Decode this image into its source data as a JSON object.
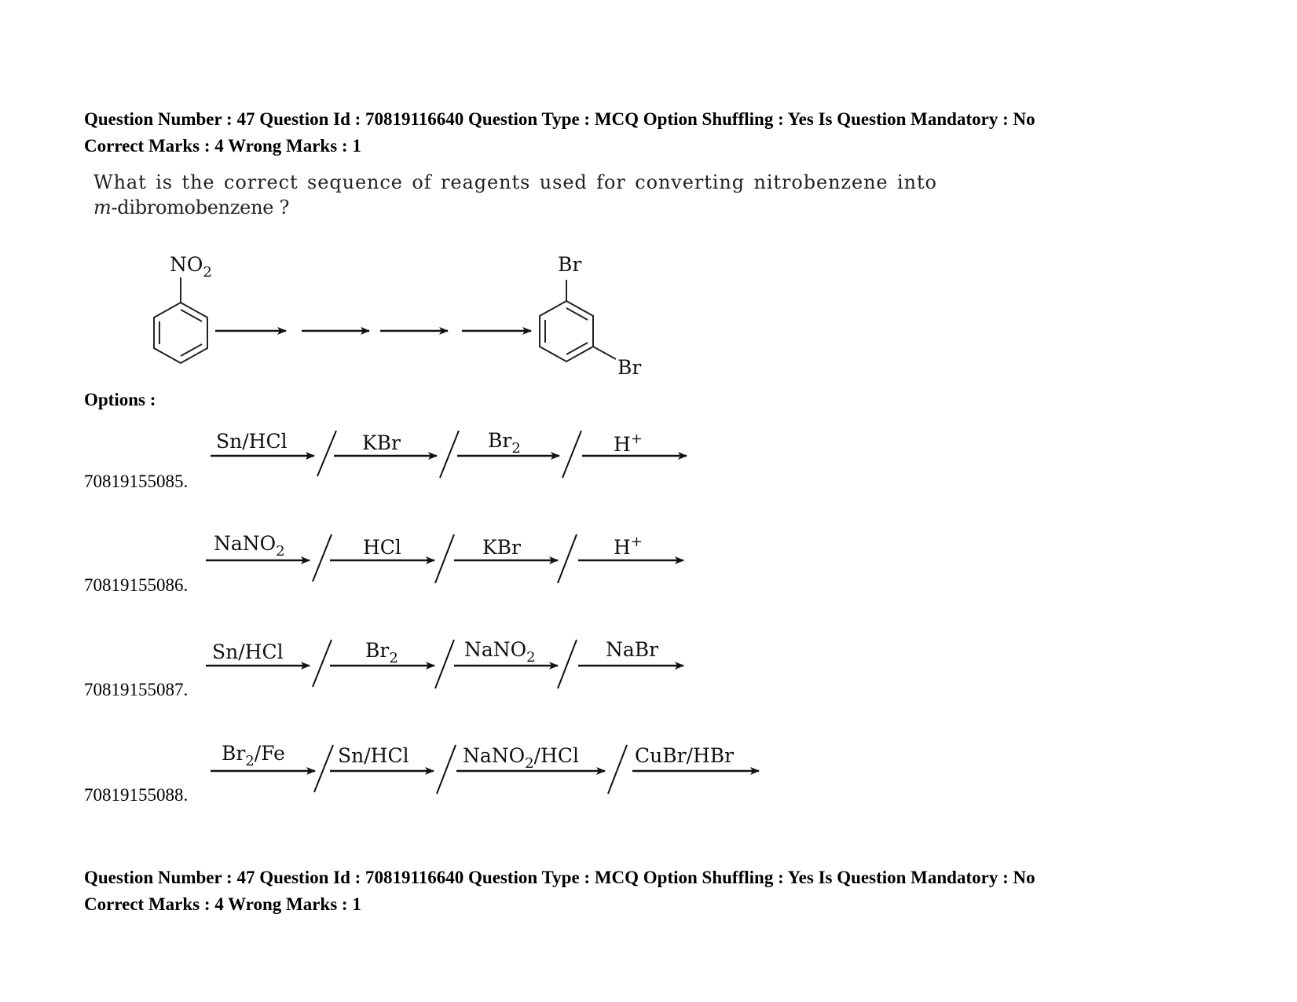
{
  "header": {
    "line1": "Question Number : 47 Question Id : 70819116640 Question Type : MCQ Option Shuffling : Yes Is Question Mandatory : No",
    "line2": "Correct Marks : 4 Wrong Marks : 1"
  },
  "question": {
    "line1": "What is the correct sequence of reagents used for converting nitrobenzene into",
    "line2_italic": "m",
    "line2_rest": "-dibromobenzene ?"
  },
  "scheme": {
    "start_label": "NO",
    "start_sub": "2",
    "product_top": "Br",
    "product_right": "Br"
  },
  "options_label": "Options :",
  "options": [
    {
      "id": "70819155085.",
      "steps": [
        {
          "text": "Sn/HCl"
        },
        {
          "text": "KBr"
        },
        {
          "text": "Br",
          "sub": "2"
        },
        {
          "text": "H",
          "sup": "+"
        }
      ]
    },
    {
      "id": "70819155086.",
      "steps": [
        {
          "text": "NaNO",
          "sub": "2"
        },
        {
          "text": "HCl"
        },
        {
          "text": "KBr"
        },
        {
          "text": "H",
          "sup": "+"
        }
      ]
    },
    {
      "id": "70819155087.",
      "steps": [
        {
          "text": "Sn/HCl"
        },
        {
          "text": "Br",
          "sub": "2"
        },
        {
          "text": "NaNO",
          "sub": "2"
        },
        {
          "text": "NaBr"
        }
      ]
    },
    {
      "id": "70819155088.",
      "steps": [
        {
          "text": "Br",
          "sub": "2",
          "after": "/Fe"
        },
        {
          "text": "Sn/HCl"
        },
        {
          "text": "NaNO",
          "sub": "2",
          "after": "/HCl"
        },
        {
          "text": "CuBr/HBr"
        }
      ]
    }
  ],
  "footer": {
    "line1": "Question Number : 47 Question Id : 70819116640 Question Type : MCQ Option Shuffling : Yes Is Question Mandatory : No",
    "line2": "Correct Marks : 4 Wrong Marks : 1"
  }
}
